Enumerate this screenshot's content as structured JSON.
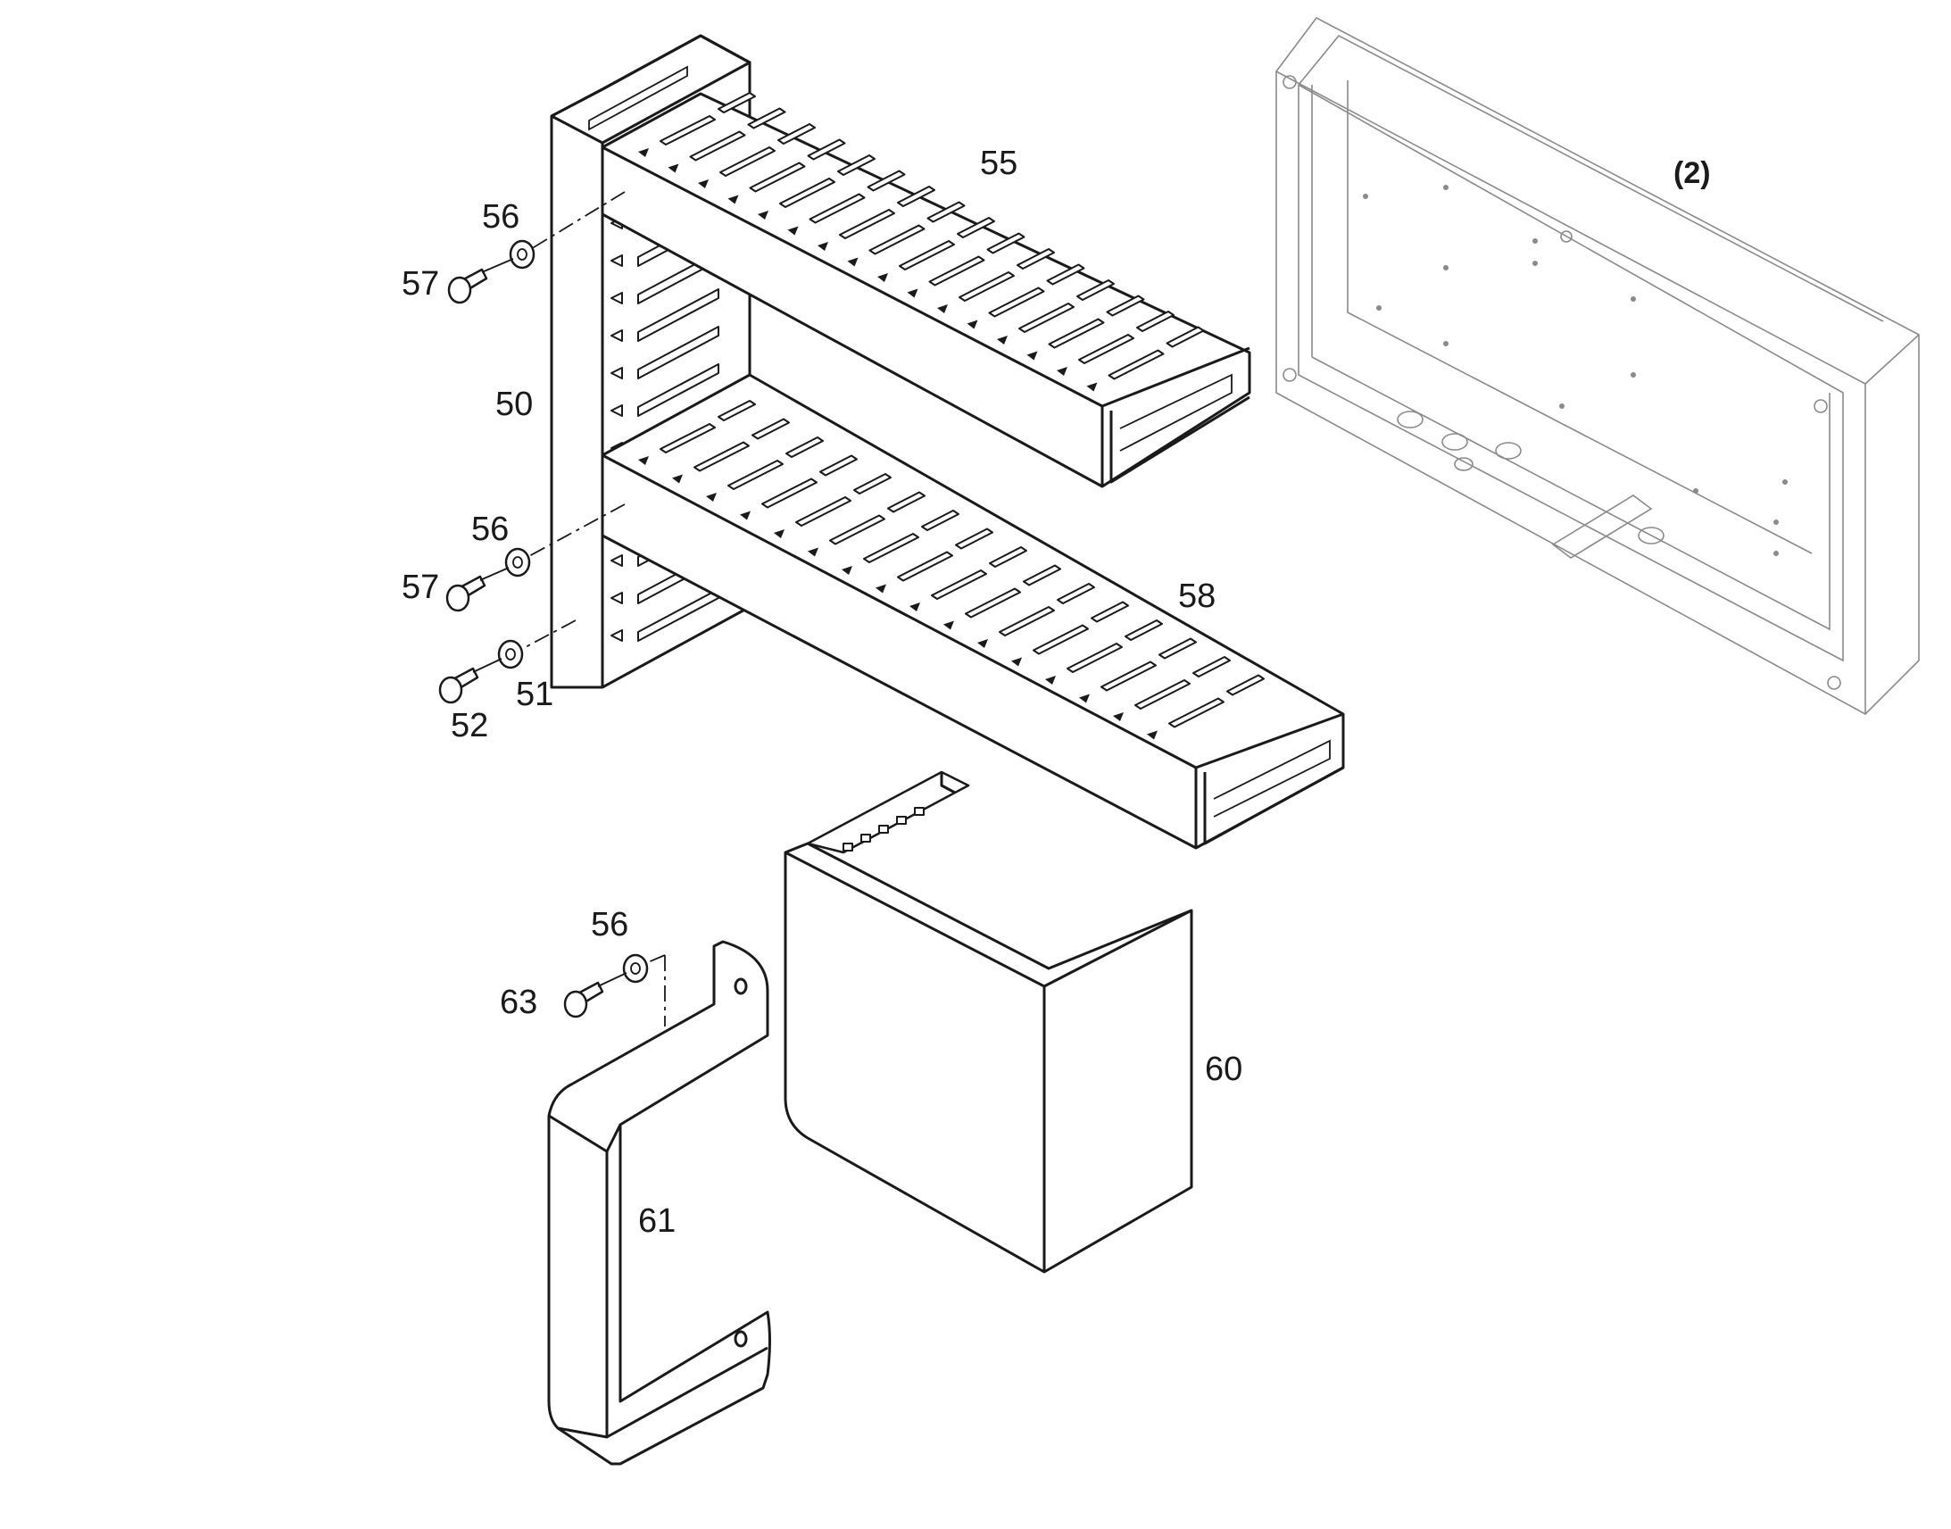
{
  "labels": {
    "enclosure": "(2)",
    "upper_duct": "55",
    "lower_duct": "58",
    "vertical_duct": "50",
    "washer_top": "56",
    "screw_top": "57",
    "washer_mid": "56",
    "screw_mid": "57",
    "washer_low": "51",
    "screw_low": "52",
    "washer_bracket": "56",
    "screw_bracket": "63",
    "box": "60",
    "bracket": "61"
  }
}
